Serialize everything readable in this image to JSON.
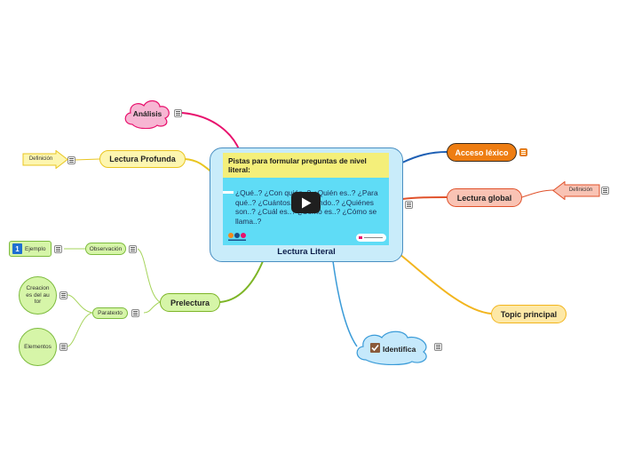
{
  "central": {
    "title": "Lectura Literal",
    "card_heading": "Pistas para formular preguntas de nivel literal:",
    "card_body": "¿Qué..? ¿Con quién..? ¿Quién es..? ¿Para qué..? ¿Cuántos..? ¿Cuándo..? ¿Quiénes son..? ¿Cuál es..? ¿Cómo es..? ¿Cómo se llama..?",
    "icon": "play-icon"
  },
  "branches": {
    "analisis": "Análisis",
    "lectura_profunda": "Lectura Profunda",
    "definicion_left": "Definición",
    "acceso_lexico": "Acceso léxico",
    "lectura_global": "Lectura global",
    "definicion_right": "Definición",
    "topic_principal": "Topic principal",
    "identifica": "Identifica",
    "prelectura": "Prelectura",
    "observacion": "Observación",
    "ejemplo_number": "1",
    "ejemplo": "Ejemplo",
    "paratexto": "Paratexto",
    "creaciones": "Creaciones del autor",
    "elementos": "Elementos"
  },
  "colors": {
    "central_border": "#4a8fc2",
    "central_fill": "#c9ecfa",
    "analisis": "#e8116d",
    "acceso_lexico": "#e36f0c",
    "lectura_global": "#e0512a",
    "topic_principal": "#f2b51e",
    "identifica": "#3a9bd8",
    "prelectura": "#7db526",
    "lectura_profunda": "#e9c520"
  }
}
